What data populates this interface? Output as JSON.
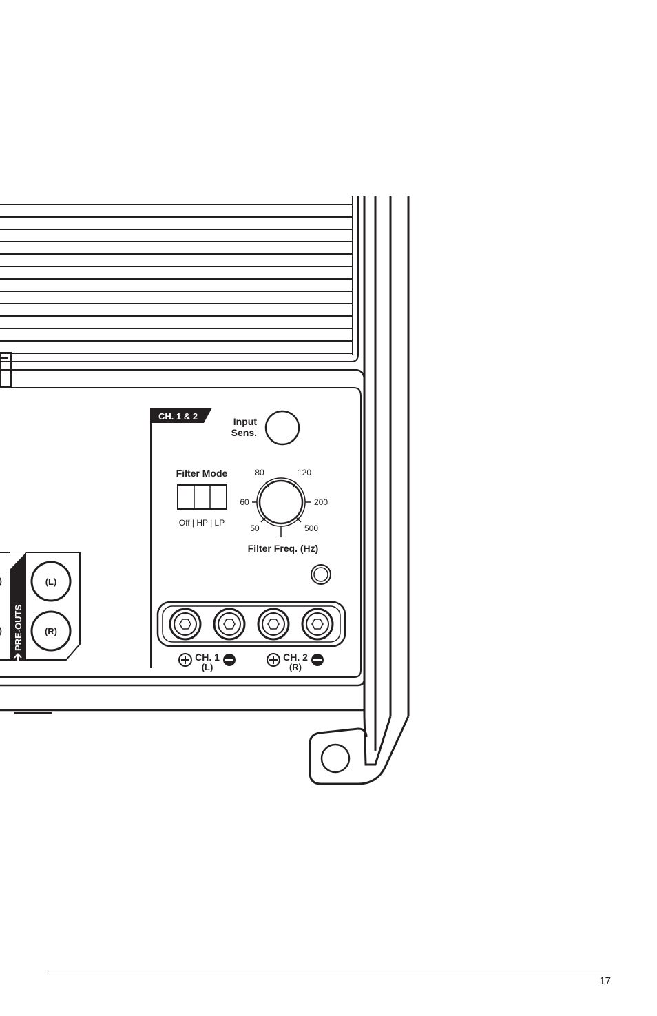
{
  "panel": {
    "channel_tab": "CH. 1 & 2",
    "input_sens_line1": "Input",
    "input_sens_line2": "Sens.",
    "filter_mode_title": "Filter Mode",
    "filter_mode_options": "Off | HP | LP",
    "filter_freq_title": "Filter Freq. (Hz)",
    "freq_marks": [
      "80",
      "120",
      "60",
      "200",
      "50",
      "500"
    ],
    "preouts_label": "PRE-OUTS",
    "preout_left": "(L)",
    "preout_right": "(R)",
    "preout_left_cut": ")",
    "preout_right_cut": ")",
    "ch1_label": "CH. 1",
    "ch1_side": "(L)",
    "ch2_label": "CH. 2",
    "ch2_side": "(R)"
  },
  "footer": {
    "page_number": "17"
  }
}
